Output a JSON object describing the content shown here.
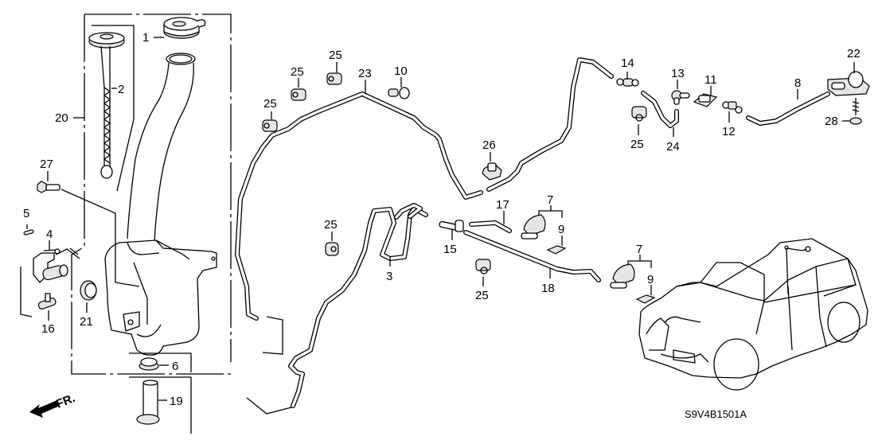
{
  "diagram": {
    "title": "Windshield Washer Parts Diagram",
    "diagram_code": "S9V4B1501A",
    "direction_label": "FR.",
    "callouts": [
      {
        "id": "c1",
        "label": "1",
        "part": "washer-tank-cap"
      },
      {
        "id": "c2",
        "label": "2",
        "part": "level-gauge"
      },
      {
        "id": "c3",
        "label": "3",
        "part": "washer-tube-loop"
      },
      {
        "id": "c4",
        "label": "4",
        "part": "washer-motor"
      },
      {
        "id": "c5",
        "label": "5",
        "part": "filter"
      },
      {
        "id": "c6",
        "label": "6",
        "part": "grommet"
      },
      {
        "id": "c7a",
        "label": "7",
        "part": "washer-nozzle-left"
      },
      {
        "id": "c7b",
        "label": "7",
        "part": "washer-nozzle-right"
      },
      {
        "id": "c8",
        "label": "8",
        "part": "rear-tube"
      },
      {
        "id": "c9a",
        "label": "9",
        "part": "nozzle-packing-left"
      },
      {
        "id": "c9b",
        "label": "9",
        "part": "nozzle-packing-right"
      },
      {
        "id": "c10",
        "label": "10",
        "part": "grommet-plug"
      },
      {
        "id": "c11",
        "label": "11",
        "part": "check-valve"
      },
      {
        "id": "c12",
        "label": "12",
        "part": "joint"
      },
      {
        "id": "c13",
        "label": "13",
        "part": "elbow-joint"
      },
      {
        "id": "c14",
        "label": "14",
        "part": "joint-straight"
      },
      {
        "id": "c15",
        "label": "15",
        "part": "t-joint"
      },
      {
        "id": "c16",
        "label": "16",
        "part": "motor-joint"
      },
      {
        "id": "c17",
        "label": "17",
        "part": "nozzle-tube"
      },
      {
        "id": "c18",
        "label": "18",
        "part": "nozzle-tube-long"
      },
      {
        "id": "c19",
        "label": "19",
        "part": "strainer"
      },
      {
        "id": "c20",
        "label": "20",
        "part": "washer-tank-assembly"
      },
      {
        "id": "c21",
        "label": "21",
        "part": "motor-seal"
      },
      {
        "id": "c22",
        "label": "22",
        "part": "rear-nozzle"
      },
      {
        "id": "c23",
        "label": "23",
        "part": "main-tube"
      },
      {
        "id": "c24",
        "label": "24",
        "part": "tube-bend"
      },
      {
        "id": "c25a",
        "label": "25",
        "part": "tube-clip"
      },
      {
        "id": "c25b",
        "label": "25",
        "part": "tube-clip"
      },
      {
        "id": "c25c",
        "label": "25",
        "part": "tube-clip"
      },
      {
        "id": "c25d",
        "label": "25",
        "part": "tube-clip"
      },
      {
        "id": "c25e",
        "label": "25",
        "part": "tube-clip"
      },
      {
        "id": "c25f",
        "label": "25",
        "part": "tube-clip"
      },
      {
        "id": "c26",
        "label": "26",
        "part": "tube-clamp"
      },
      {
        "id": "c27",
        "label": "27",
        "part": "flange-bolt"
      },
      {
        "id": "c28",
        "label": "28",
        "part": "tapping-screw"
      }
    ]
  }
}
